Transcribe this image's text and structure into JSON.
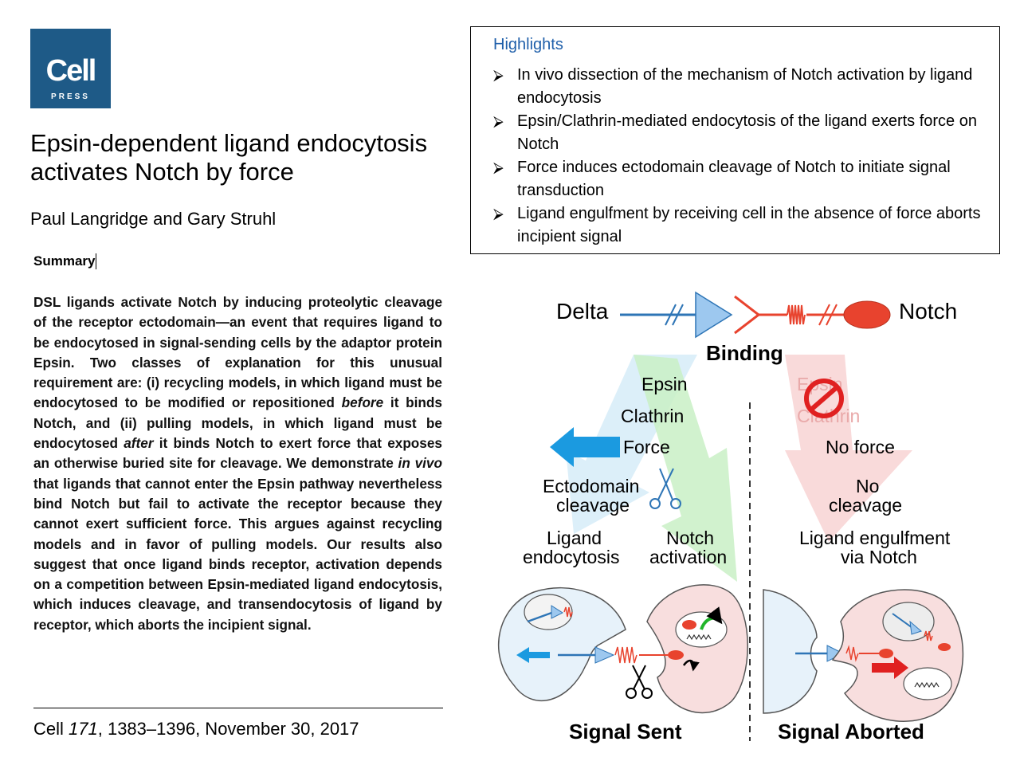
{
  "logo": {
    "word": "Cell",
    "sub": "PRESS"
  },
  "paper": {
    "title": "Epsin-dependent ligand endocytosis activates Notch by force",
    "authors": "Paul Langridge and Gary Struhl",
    "summary_heading": "Summary",
    "summary": [
      {
        "t": "DSL ligands activate Notch by inducing proteolytic cleavage of the receptor ectodomain—an event that requires ligand to be endocytosed in signal-sending cells by the adaptor protein Epsin. Two classes of explanation for this unusual requirement are: (i) recycling models, in which ligand must be endocytosed to be modified or repositioned ",
        "i": false
      },
      {
        "t": "before",
        "i": true
      },
      {
        "t": " it binds Notch, and (ii) pulling models, in which ligand must be endocytosed ",
        "i": false
      },
      {
        "t": "after",
        "i": true
      },
      {
        "t": " it binds Notch to exert force that exposes an otherwise buried site for cleavage. We demonstrate ",
        "i": false
      },
      {
        "t": "in vivo",
        "i": true
      },
      {
        "t": " that ligands that cannot enter the Epsin pathway nevertheless bind Notch but fail to activate the receptor because they cannot exert sufficient force. This argues against recycling models and in favor of pulling models. Our results also suggest that once ligand binds receptor, activation depends on a competition between Epsin-mediated ligand endocytosis, which induces cleavage, and transendocytosis of ligand by receptor, which aborts the incipient signal.",
        "i": false
      }
    ],
    "citation": {
      "journal": "Cell ",
      "volume": "171",
      "rest": ", 1383–1396, November 30, 2017"
    }
  },
  "highlights": {
    "title": "Highlights",
    "bullet": "⮚",
    "items": [
      "In vivo dissection of the mechanism of Notch activation by ligand endocytosis",
      "Epsin/Clathrin-mediated endocytosis of the ligand exerts force on Notch",
      "Force induces ectodomain cleavage of Notch to initiate signal transduction",
      "Ligand engulfment by receiving cell in the absence of force aborts incipient signal"
    ]
  },
  "diagram": {
    "delta": "Delta",
    "notch": "Notch",
    "binding": "Binding",
    "epsin": "Epsin",
    "clathrin": "Clathrin",
    "force": "Force",
    "ecto1": "Ectodomain",
    "ecto2": "cleavage",
    "lig1": "Ligand",
    "lig2": "endocytosis",
    "na1": "Notch",
    "na2": "activation",
    "epsin_faded": "Epsin",
    "clathrin_faded": "Clathrin",
    "no_force": "No force",
    "nocl1": "No",
    "nocl2": "cleavage",
    "eng1": "Ligand engulfment",
    "eng2": "via Notch",
    "signal_sent": "Signal Sent",
    "signal_aborted": "Signal Aborted",
    "colors": {
      "delta_blue": "#2e75b6",
      "notch_red": "#e8432e",
      "arrow_blue": "#1b9ae0",
      "light_blue": "#d6ecf8",
      "light_green": "#c9f0c6",
      "light_pink": "#f8d4d4",
      "stop_red": "#e02020",
      "green_arrow": "#22b52a"
    }
  }
}
